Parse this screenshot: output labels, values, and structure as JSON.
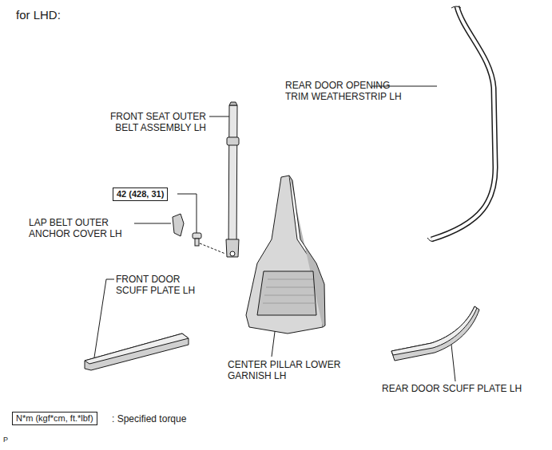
{
  "diagram": {
    "nodes": [
      {
        "text": [
          "42 (428, 31)"
        ]
      },
      {
        "text": [
          "N*m (kgf*cm, ft.*lbf)"
        ]
      }
    ],
    "labels": [
      "for LHD:",
      "FRONT SEAT OUTER BELT ASSEMBLY LH",
      "REAR DOOR OPENING TRIM WEATHERSTRIP LH",
      "LAP BELT OUTER ANCHOR COVER LH",
      "FRONT DOOR SCUFF PLATE LH",
      "CENTER PILLAR LOWER GARNISH LH",
      "REAR DOOR SCUFF PLATE LH",
      ": Specified torque",
      "P"
    ]
  }
}
